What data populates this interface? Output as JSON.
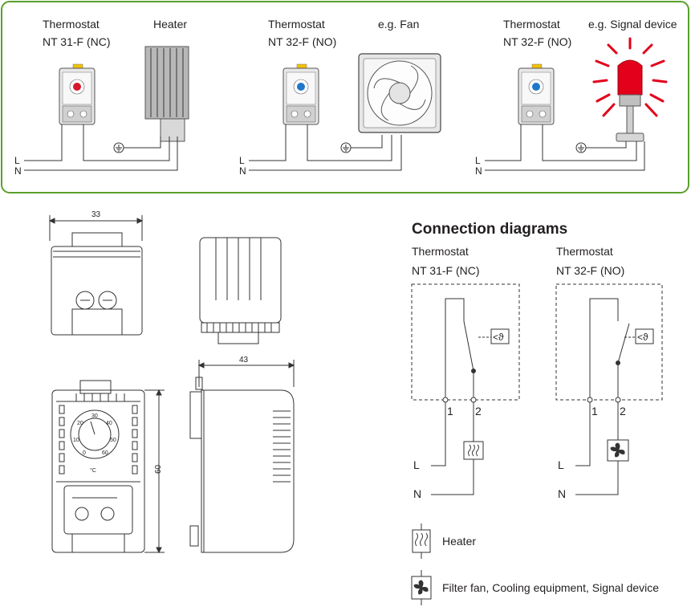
{
  "wiring": {
    "panels": [
      {
        "device_title_1": "Thermostat",
        "device_title_2": "NT 31-F (NC)",
        "load_title": "Heater",
        "line_L": "L",
        "line_N": "N"
      },
      {
        "device_title_1": "Thermostat",
        "device_title_2": "NT 32-F (NO)",
        "load_title": "e.g. Fan",
        "line_L": "L",
        "line_N": "N"
      },
      {
        "device_title_1": "Thermostat",
        "device_title_2": "NT 32-F (NO)",
        "load_title": "e.g. Signal device",
        "line_L": "L",
        "line_N": "N"
      }
    ],
    "border_color": "#5aa02c"
  },
  "dimensions": {
    "width": "33",
    "depth": "43",
    "height": "60",
    "dial_scale": [
      "0",
      "10",
      "20",
      "30",
      "40",
      "50",
      "60"
    ],
    "dial_unit": "°C"
  },
  "connection_diagrams": {
    "heading": "Connection diagrams",
    "nc": {
      "title_1": "Thermostat",
      "title_2": "NT 31-F (NC)",
      "terminal_1": "1",
      "terminal_2": "2",
      "line_L": "L",
      "line_N": "N",
      "sensor": "<ϑ"
    },
    "no": {
      "title_1": "Thermostat",
      "title_2": "NT 32-F (NO)",
      "terminal_1": "1",
      "terminal_2": "2",
      "line_L": "L",
      "line_N": "N",
      "sensor": "<ϑ"
    }
  },
  "legend": {
    "heater_label": "Heater",
    "fan_label": "Filter fan, Cooling equipment, Signal device"
  },
  "icons": [
    "thermostat-icon",
    "heater-icon",
    "fan-icon",
    "signal-light-icon",
    "ground-icon",
    "heater-symbol-icon",
    "fan-symbol-icon"
  ],
  "colors": {
    "nc_knob": "#d7182a",
    "no_knob": "#1f78c8",
    "signal_red": "#e3001b",
    "terminal_yellow": "#f2c100"
  }
}
